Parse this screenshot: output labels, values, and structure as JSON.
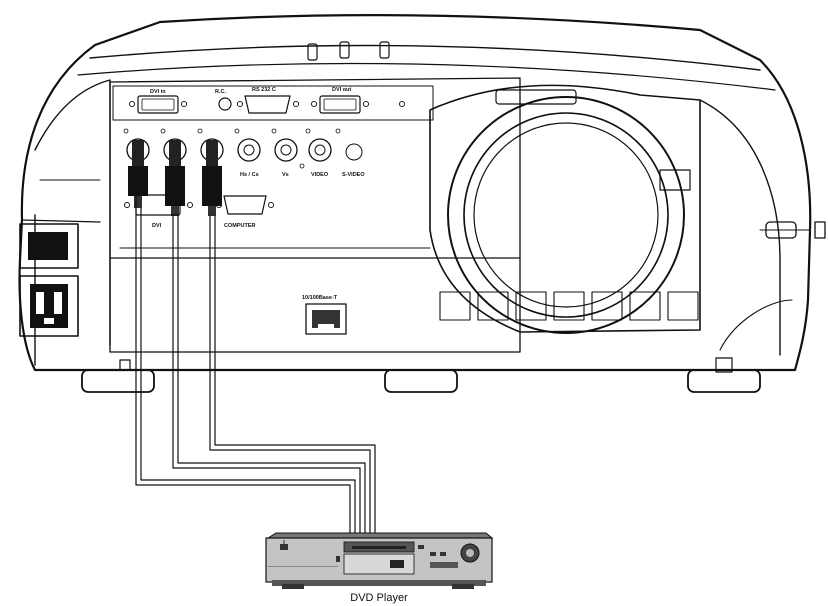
{
  "diagram": {
    "connector_labels": {
      "dvi_in": "DVI in",
      "rc": "R.C.",
      "rs232c": "RS 232 C",
      "dvi_out": "DVI out",
      "hs_cs": "Hs / Cs",
      "vs": "Vs",
      "video": "VIDEO",
      "svideo": "S-VIDEO",
      "dvi": "DVI",
      "computer": "COMPUTER",
      "network": "10/100Base-T"
    },
    "device_caption": "DVD Player"
  }
}
